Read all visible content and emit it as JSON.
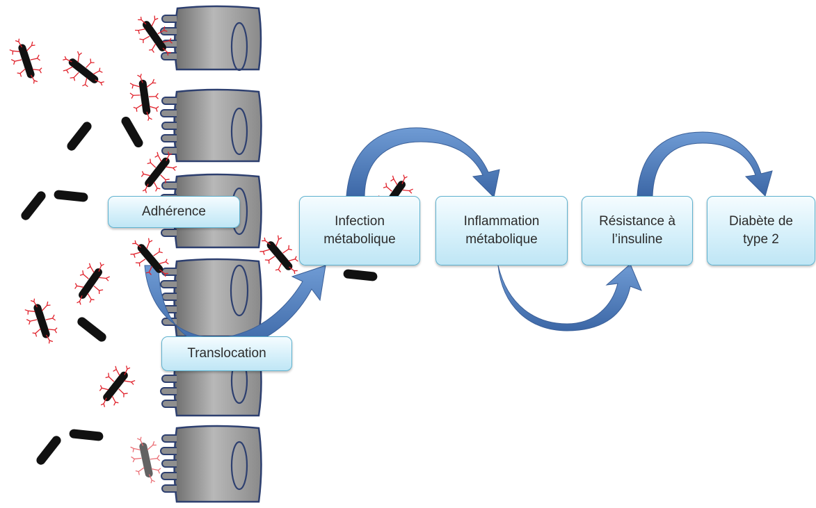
{
  "labels": {
    "adherence": "Adhérence",
    "translocation": "Translocation",
    "infection_line1": "Infection",
    "infection_line2": "métabolique",
    "inflammation_line1": "Inflammation",
    "inflammation_line2": "métabolique",
    "resistance_line1": "Résistance à",
    "resistance_line2": "l’insuline",
    "diabete_line1": "Diabète de",
    "diabete_line2": "type 2"
  },
  "colors": {
    "arrow": "#4a78b5",
    "box_border": "#5fb2cf",
    "box_fill": "#d6f0fa",
    "cell_fill": "#9a9a9a",
    "cell_outline": "#2d3f6f",
    "bacteria": "#111111",
    "flagella": "#e0202a"
  }
}
